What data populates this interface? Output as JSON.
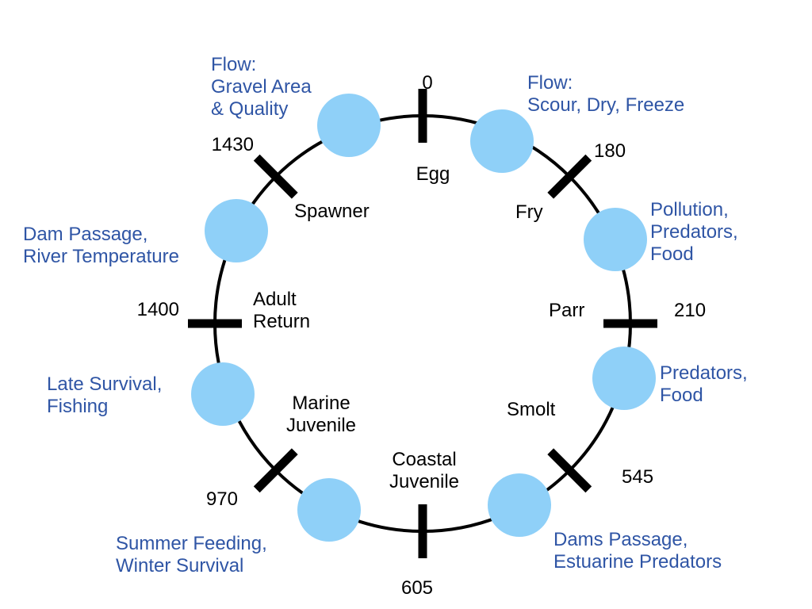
{
  "colors": {
    "circle_stroke": "#000000",
    "tick": "#000000",
    "node_fill": "#8fd0f8",
    "factor_text": "#2f55a5",
    "stage_text": "#000000"
  },
  "ticks": [
    {
      "id": "tick-0",
      "day": "0"
    },
    {
      "id": "tick-180",
      "day": "180"
    },
    {
      "id": "tick-210",
      "day": "210"
    },
    {
      "id": "tick-545",
      "day": "545"
    },
    {
      "id": "tick-605",
      "day": "605"
    },
    {
      "id": "tick-970",
      "day": "970"
    },
    {
      "id": "tick-1400",
      "day": "1400"
    },
    {
      "id": "tick-1430",
      "day": "1430"
    }
  ],
  "stages": [
    {
      "id": "egg",
      "lines": [
        "Egg"
      ]
    },
    {
      "id": "fry",
      "lines": [
        "Fry"
      ]
    },
    {
      "id": "parr",
      "lines": [
        "Parr"
      ]
    },
    {
      "id": "smolt",
      "lines": [
        "Smolt"
      ]
    },
    {
      "id": "coastal-juvenile",
      "lines": [
        "Coastal",
        "Juvenile"
      ]
    },
    {
      "id": "marine-juvenile",
      "lines": [
        "Marine",
        "Juvenile"
      ]
    },
    {
      "id": "adult-return",
      "lines": [
        "Adult",
        "Return"
      ]
    },
    {
      "id": "spawner",
      "lines": [
        "Spawner"
      ]
    }
  ],
  "factors": [
    {
      "id": "scour",
      "lines": [
        "Flow:",
        "Scour, Dry, Freeze"
      ]
    },
    {
      "id": "pollution",
      "lines": [
        "Pollution,",
        "Predators,",
        "Food"
      ]
    },
    {
      "id": "predators-food",
      "lines": [
        "Predators,",
        "Food"
      ]
    },
    {
      "id": "dams-estuarine",
      "lines": [
        "Dams Passage,",
        "Estuarine Predators"
      ]
    },
    {
      "id": "summer-winter",
      "lines": [
        "Summer Feeding,",
        "Winter Survival"
      ]
    },
    {
      "id": "late-survival",
      "lines": [
        "Late Survival,",
        "Fishing"
      ]
    },
    {
      "id": "dam-river",
      "lines": [
        "Dam Passage,",
        "River Temperature"
      ]
    },
    {
      "id": "gravel",
      "lines": [
        "Flow:",
        "Gravel Area",
        "& Quality"
      ]
    }
  ]
}
